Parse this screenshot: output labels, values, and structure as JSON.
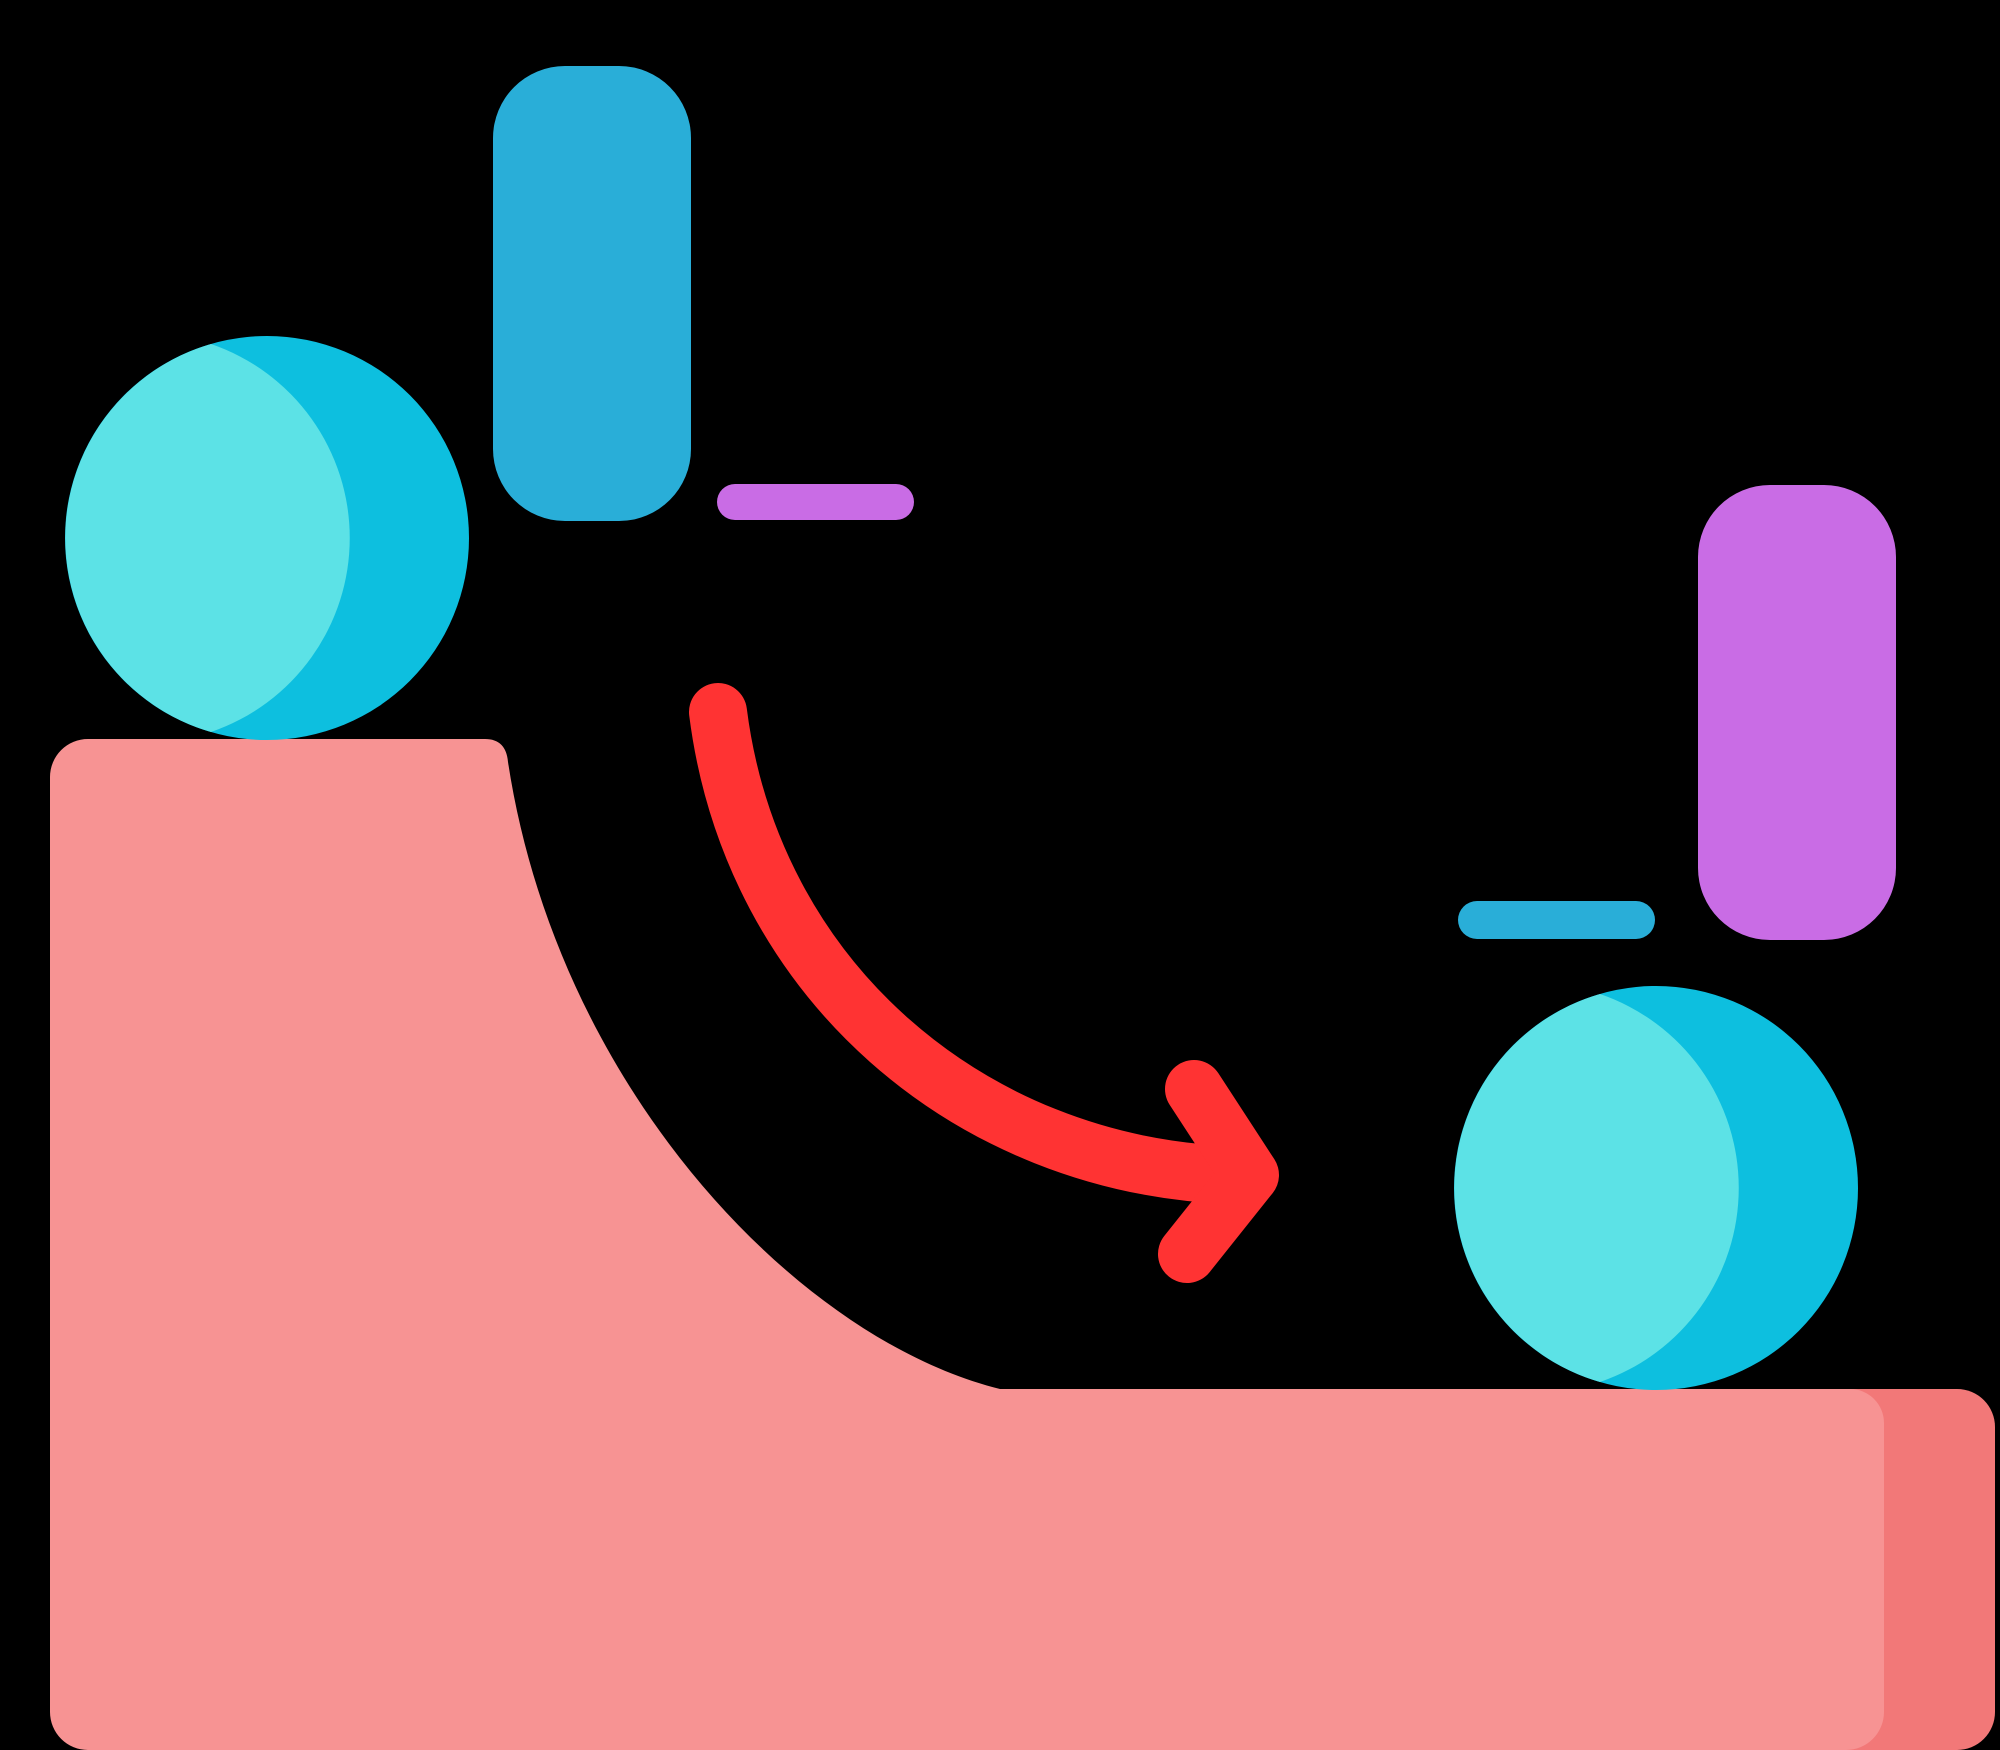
{
  "figure": {
    "description_icon": "energy-transfer-ramp-icon",
    "colors": {
      "background": "#000000",
      "ramp_main": "#F79393",
      "ramp_shadow": "#F27878",
      "ball_light": "#5CE2E6",
      "ball_shade": "#0DBFDF",
      "bar_blue": "#29AED8",
      "bar_purple": "#C96CE5",
      "arrow": "#FF3333"
    },
    "states": [
      {
        "name": "before",
        "tall_bar_color": "blue",
        "short_bar_color": "purple"
      },
      {
        "name": "after",
        "tall_bar_color": "purple",
        "short_bar_color": "blue"
      }
    ]
  }
}
